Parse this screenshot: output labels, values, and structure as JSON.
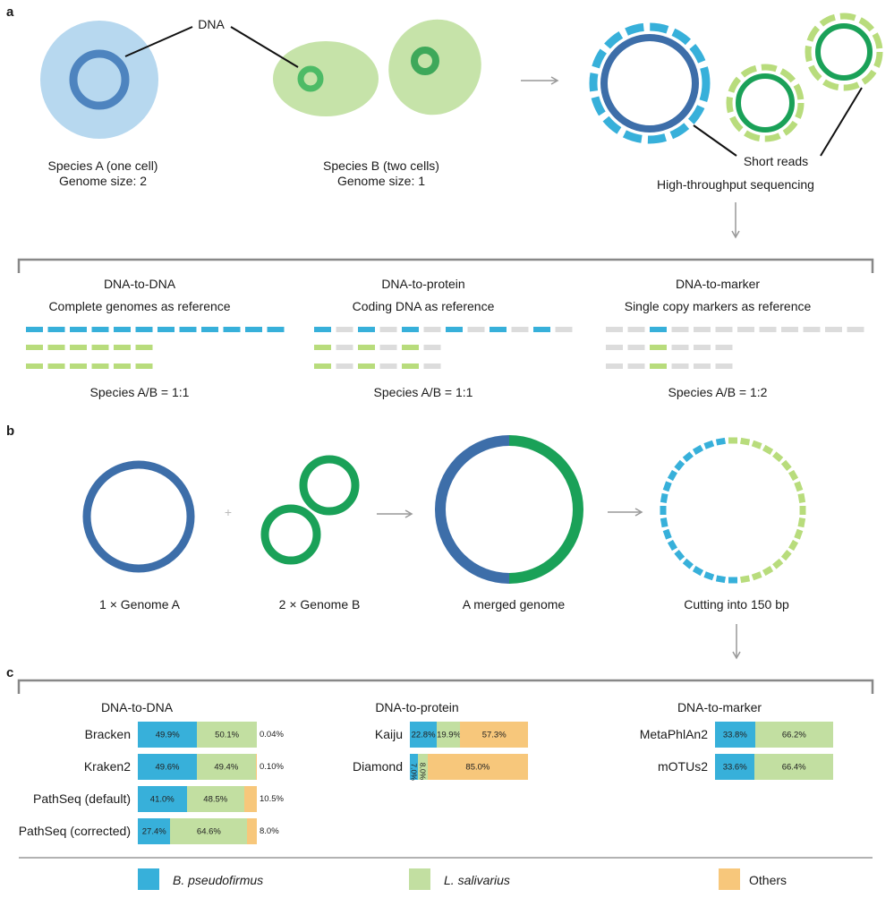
{
  "panels": {
    "a": "a",
    "b": "b",
    "c": "c"
  },
  "colors": {
    "blue_dark": "#3d6ea9",
    "blue_light": "#b7d8ef",
    "cyan": "#37b0da",
    "green": "#1aa158",
    "green_light": "#c2dfa1",
    "green_mid": "#5aba6a",
    "lime": "#b8dc7c",
    "orange": "#f7c77b",
    "grey": "#dcdcdc"
  },
  "section_a": {
    "dna_label": "DNA",
    "species_a_line1": "Species A (one cell)",
    "species_a_line2": "Genome size: 2",
    "species_b_line1": "Species B (two cells)",
    "species_b_line2": "Genome size: 1",
    "short_reads": "Short reads",
    "high_throughput": "High-throughput sequencing",
    "methods": [
      {
        "title": "DNA-to-DNA",
        "subtitle": "Complete genomes as reference",
        "ratio": "Species A/B = 1:1"
      },
      {
        "title": "DNA-to-protein",
        "subtitle": "Coding DNA as reference",
        "ratio": "Species A/B = 1:1"
      },
      {
        "title": "DNA-to-marker",
        "subtitle": "Single copy markers as reference",
        "ratio": "Species A/B = 1:2"
      }
    ]
  },
  "section_b": {
    "genome_a": "1 × Genome A",
    "genome_b": "2 × Genome B",
    "merged": "A merged genome",
    "cutting": "Cutting into 150 bp"
  },
  "chart_data": [
    {
      "type": "bar",
      "title": "DNA-to-DNA",
      "categories": [
        "Bracken",
        "Kraken2",
        "PathSeq (default)",
        "PathSeq (corrected)"
      ],
      "series": [
        {
          "name": "B. pseudofirmus",
          "values": [
            49.9,
            49.6,
            41.0,
            27.4
          ],
          "labels": [
            "49.9%",
            "49.6%",
            "41.0%",
            "27.4%"
          ]
        },
        {
          "name": "L. salivarius",
          "values": [
            50.1,
            49.4,
            48.5,
            64.6
          ],
          "labels": [
            "50.1%",
            "49.4%",
            "48.5%",
            "64.6%"
          ]
        },
        {
          "name": "Others",
          "values": [
            0.04,
            0.1,
            10.5,
            8.0
          ],
          "labels": [
            "0.04%",
            "0.10%",
            "10.5%",
            "8.0%"
          ]
        }
      ]
    },
    {
      "type": "bar",
      "title": "DNA-to-protein",
      "categories": [
        "Kaiju",
        "Diamond"
      ],
      "series": [
        {
          "name": "B. pseudofirmus",
          "values": [
            22.8,
            7.0
          ],
          "labels": [
            "22.8%",
            "7.0%"
          ]
        },
        {
          "name": "L. salivarius",
          "values": [
            19.9,
            8.0
          ],
          "labels": [
            "19.9%",
            "8.0%"
          ]
        },
        {
          "name": "Others",
          "values": [
            57.3,
            85.0
          ],
          "labels": [
            "57.3%",
            "85.0%"
          ]
        }
      ]
    },
    {
      "type": "bar",
      "title": "DNA-to-marker",
      "categories": [
        "MetaPhlAn2",
        "mOTUs2"
      ],
      "series": [
        {
          "name": "B. pseudofirmus",
          "values": [
            33.8,
            33.6
          ],
          "labels": [
            "33.8%",
            "33.6%"
          ]
        },
        {
          "name": "L. salivarius",
          "values": [
            66.2,
            66.4
          ],
          "labels": [
            "66.2%",
            "66.4%"
          ]
        }
      ]
    }
  ],
  "legend": [
    {
      "name": "B. pseudofirmus",
      "color": "#37b0da"
    },
    {
      "name": "L. salivarius",
      "color": "#c2dfa1"
    },
    {
      "name": "Others",
      "color": "#f7c77b"
    }
  ]
}
